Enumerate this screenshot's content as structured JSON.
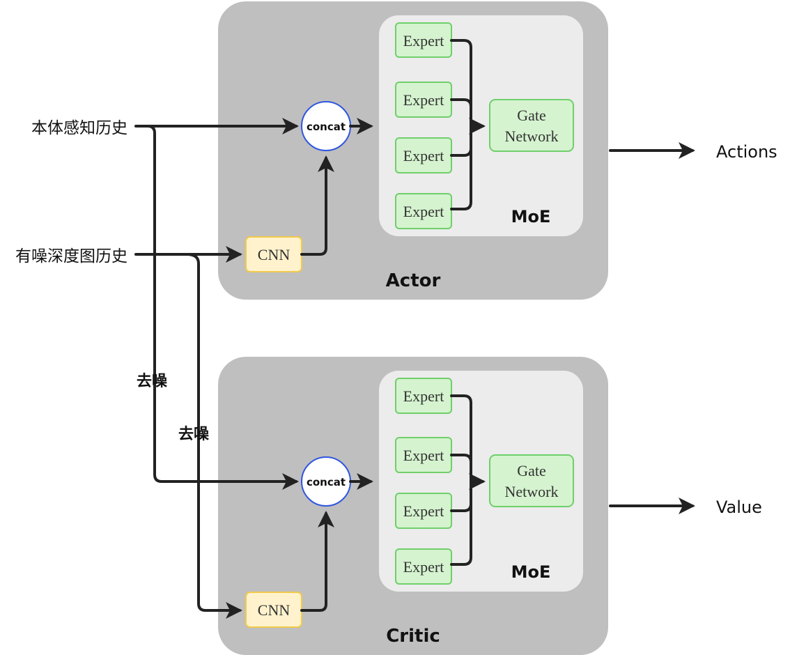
{
  "inputs": {
    "proprio": "本体感知历史",
    "depth": "有噪深度图历史"
  },
  "denoise": {
    "label_a": "去噪",
    "label_b": "去噪"
  },
  "actor": {
    "title": "Actor",
    "concat": "concat",
    "cnn": "CNN",
    "moe": {
      "label": "MoE",
      "experts": [
        "Expert",
        "Expert",
        "Expert",
        "Expert"
      ],
      "gate_line1": "Gate",
      "gate_line2": "Network"
    },
    "output": "Actions"
  },
  "critic": {
    "title": "Critic",
    "concat": "concat",
    "cnn": "CNN",
    "moe": {
      "label": "MoE",
      "experts": [
        "Expert",
        "Expert",
        "Expert",
        "Expert"
      ],
      "gate_line1": "Gate",
      "gate_line2": "Network"
    },
    "output": "Value"
  },
  "colors": {
    "panel": "#bfbfbf",
    "moe_background": "#ececec",
    "expert_fill": "#d5f3cf",
    "expert_border": "#6fcf6a",
    "cnn_fill": "#fff2cc",
    "cnn_border": "#f2c94c",
    "concat_border": "#2f55e0",
    "arrow": "#222222"
  }
}
